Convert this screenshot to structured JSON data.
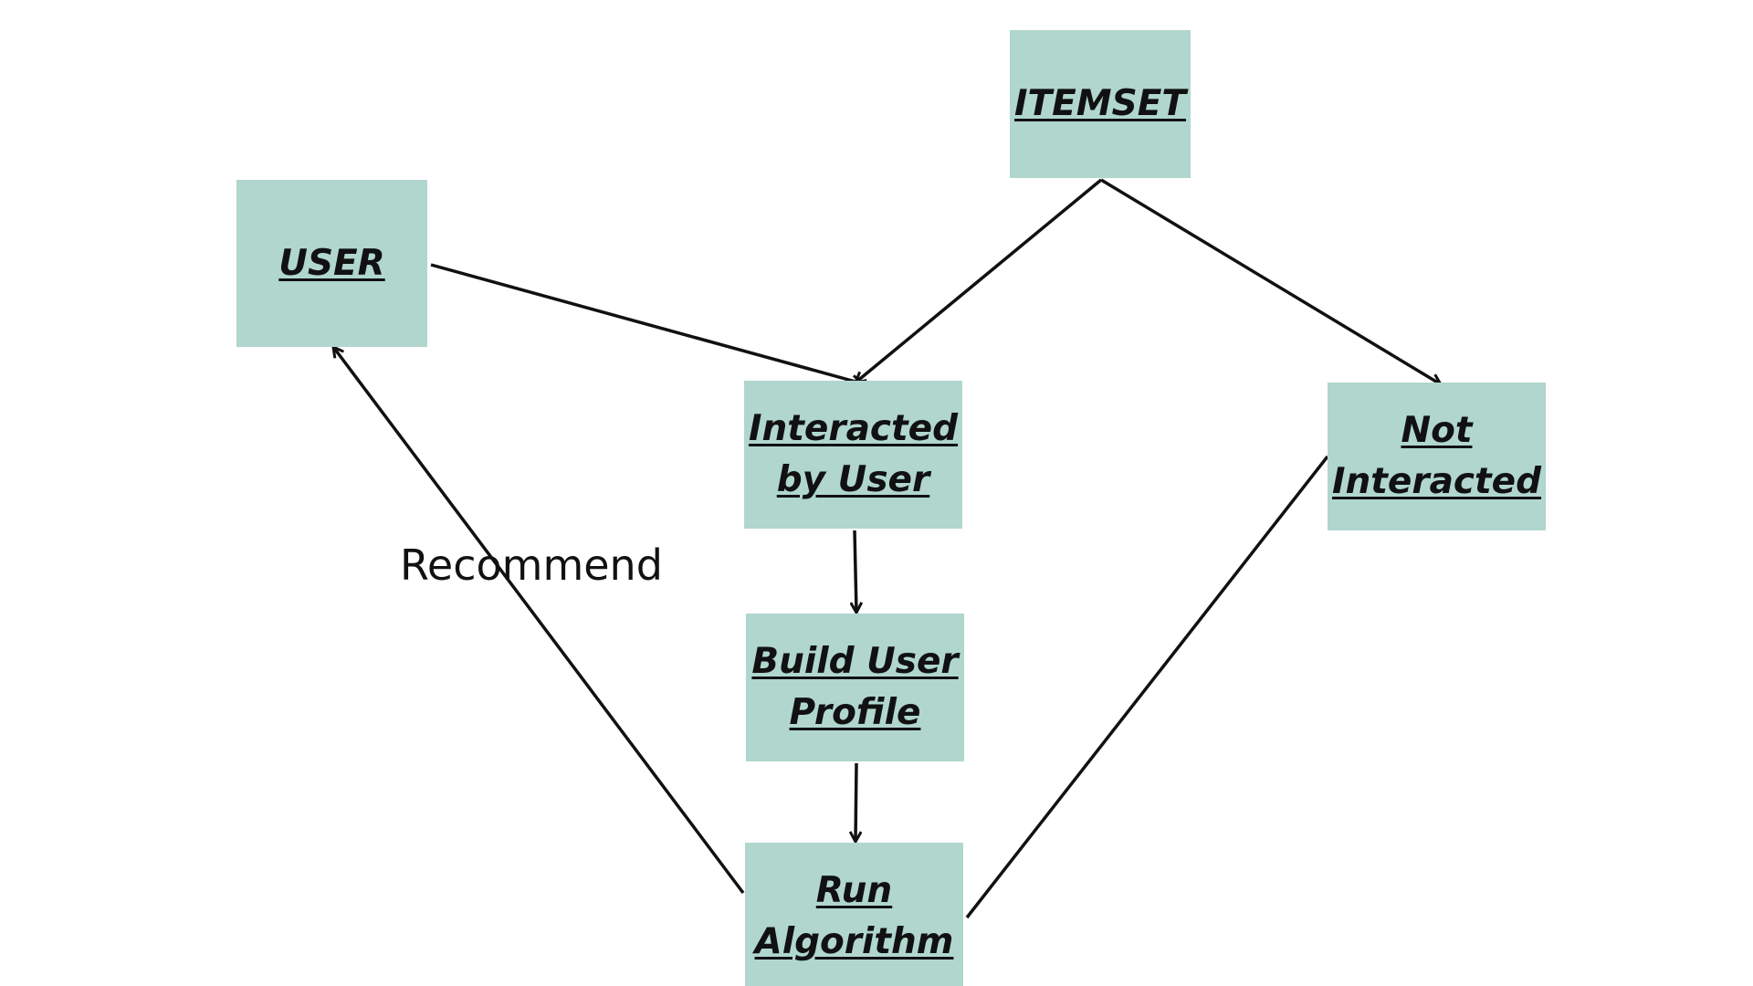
{
  "nodes": {
    "itemset": "ITEMSET",
    "user": "USER",
    "interacted": "Interacted\nby User",
    "not_interacted": "Not\nInteracted",
    "build_profile": "Build User\nProfile",
    "run_algorithm": "Run\nAlgorithm"
  },
  "edges": [
    {
      "from": "user",
      "to": "interacted",
      "label": ""
    },
    {
      "from": "itemset",
      "to": "interacted",
      "label": ""
    },
    {
      "from": "itemset",
      "to": "not_interacted",
      "label": ""
    },
    {
      "from": "interacted",
      "to": "build_profile",
      "label": ""
    },
    {
      "from": "build_profile",
      "to": "run_algorithm",
      "label": ""
    },
    {
      "from": "not_interacted",
      "to": "run_algorithm",
      "label": ""
    },
    {
      "from": "run_algorithm",
      "to": "user",
      "label": "Recommend"
    }
  ],
  "edge_labels": {
    "recommend": "Recommend"
  },
  "colors": {
    "node_fill": "#b0d6ce",
    "line": "#111111",
    "background": "#ffffff"
  }
}
